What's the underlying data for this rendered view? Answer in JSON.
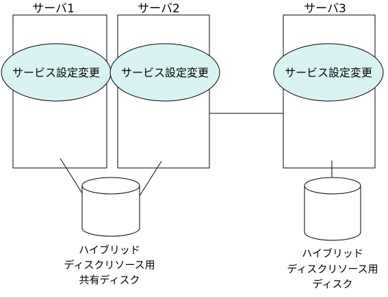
{
  "colors": {
    "line": "#000000",
    "ellipse_fill": "#d9f2f2",
    "background": "#ffffff"
  },
  "servers": [
    {
      "title": "サーバ1",
      "ellipse_label": "サービス設定変更"
    },
    {
      "title": "サーバ2",
      "ellipse_label": "サービス設定変更"
    },
    {
      "title": "サーバ3",
      "ellipse_label": "サービス設定変更"
    }
  ],
  "disks": [
    {
      "label_lines": [
        "ハイブリッド",
        "ディスクリソース用",
        "共有ディスク"
      ]
    },
    {
      "label_lines": [
        "ハイブリッド",
        "ディスクリソース用",
        "ディスク"
      ]
    }
  ]
}
